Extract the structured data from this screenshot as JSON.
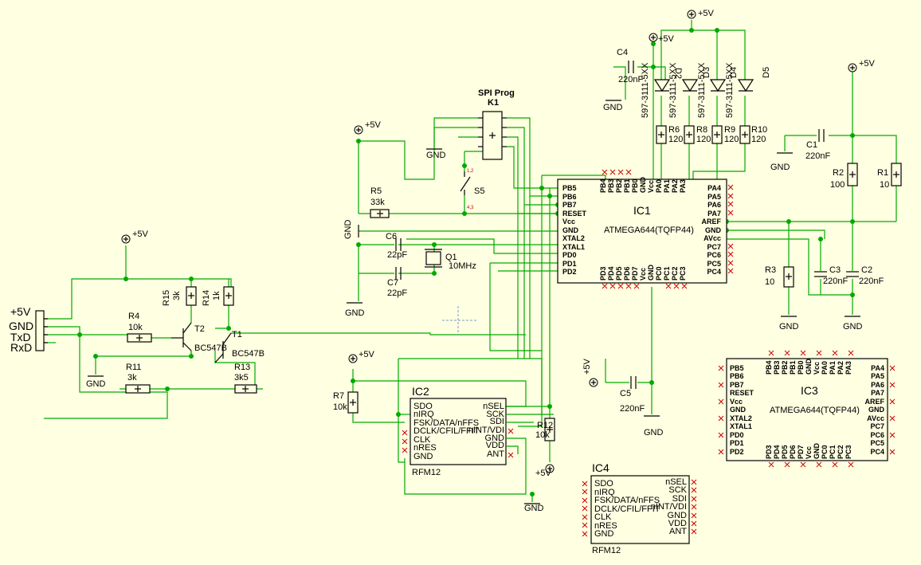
{
  "connector": {
    "pins": [
      "+5V",
      "GND",
      "TxD",
      "RxD"
    ]
  },
  "supplies": {
    "plus5v": "+5V",
    "gnd": "GND"
  },
  "ic1": {
    "ref": "IC1",
    "part": "ATMEGA644(TQFP44)",
    "left_pins": [
      "PB5",
      "PB6",
      "PB7",
      "RESET",
      "Vcc",
      "GND",
      "XTAL2",
      "XTAL1",
      "PD0",
      "PD1",
      "PD2"
    ],
    "right_pins": [
      "PA4",
      "PA5",
      "PA6",
      "PA7",
      "AREF",
      "GND",
      "AVcc",
      "PC7",
      "PC6",
      "PC5",
      "PC4"
    ],
    "top_pins": [
      "PB4",
      "PB3",
      "PB2",
      "PB1",
      "PB0",
      "GND",
      "Vcc",
      "PA0",
      "PA1",
      "PA2",
      "PA3"
    ],
    "bottom_pins": [
      "PD3",
      "PD4",
      "PD5",
      "PD6",
      "PD7",
      "Vcc",
      "GND",
      "PC0",
      "PC1",
      "PC2",
      "PC3"
    ]
  },
  "ic3": {
    "ref": "IC3",
    "part": "ATMEGA644(TQFP44)"
  },
  "rfm": {
    "part": "RFM12",
    "ic2": "IC2",
    "ic4": "IC4",
    "left_pins": [
      "SDO",
      "nIRQ",
      "FSK/DATA/nFFS",
      "DCLK/CFIL/FFIT",
      "CLK",
      "nRES",
      "GND"
    ],
    "right_pins": [
      "nSEL",
      "SCK",
      "SDI",
      "nINT/VDI",
      "GND",
      "VDD",
      "ANT"
    ]
  },
  "spi": {
    "title": "SPI Prog",
    "ref": "K1"
  },
  "switch": {
    "ref": "S5",
    "pins": [
      "1,2",
      "4,3"
    ]
  },
  "crystal": {
    "ref": "Q1",
    "value": "10MHz"
  },
  "transistors": [
    {
      "ref": "T2",
      "part": "BC547B"
    },
    {
      "ref": "T1",
      "part": "BC547B"
    }
  ],
  "resistors": [
    {
      "ref": "R1",
      "value": "10"
    },
    {
      "ref": "R2",
      "value": "100"
    },
    {
      "ref": "R3",
      "value": "10"
    },
    {
      "ref": "R4",
      "value": "10k"
    },
    {
      "ref": "R5",
      "value": "33k"
    },
    {
      "ref": "R6",
      "value": "120"
    },
    {
      "ref": "R7",
      "value": "10k"
    },
    {
      "ref": "R8",
      "value": "120"
    },
    {
      "ref": "R9",
      "value": "120"
    },
    {
      "ref": "R10",
      "value": "120"
    },
    {
      "ref": "R11",
      "value": "3k"
    },
    {
      "ref": "R12",
      "value": "10k"
    },
    {
      "ref": "R13",
      "value": "3k5"
    },
    {
      "ref": "R14",
      "value": "1k"
    },
    {
      "ref": "R15",
      "value": "3k"
    }
  ],
  "capacitors": [
    {
      "ref": "C1",
      "value": "220nF"
    },
    {
      "ref": "C2",
      "value": "220nF"
    },
    {
      "ref": "C3",
      "value": "220nF"
    },
    {
      "ref": "C4",
      "value": "220nF"
    },
    {
      "ref": "C5",
      "value": "220nF"
    },
    {
      "ref": "C6",
      "value": "22pF"
    },
    {
      "ref": "C7",
      "value": "22pF"
    }
  ],
  "leds": {
    "refs": [
      "D2",
      "D3",
      "D4",
      "D5"
    ],
    "part": "597-3111-5XX"
  }
}
